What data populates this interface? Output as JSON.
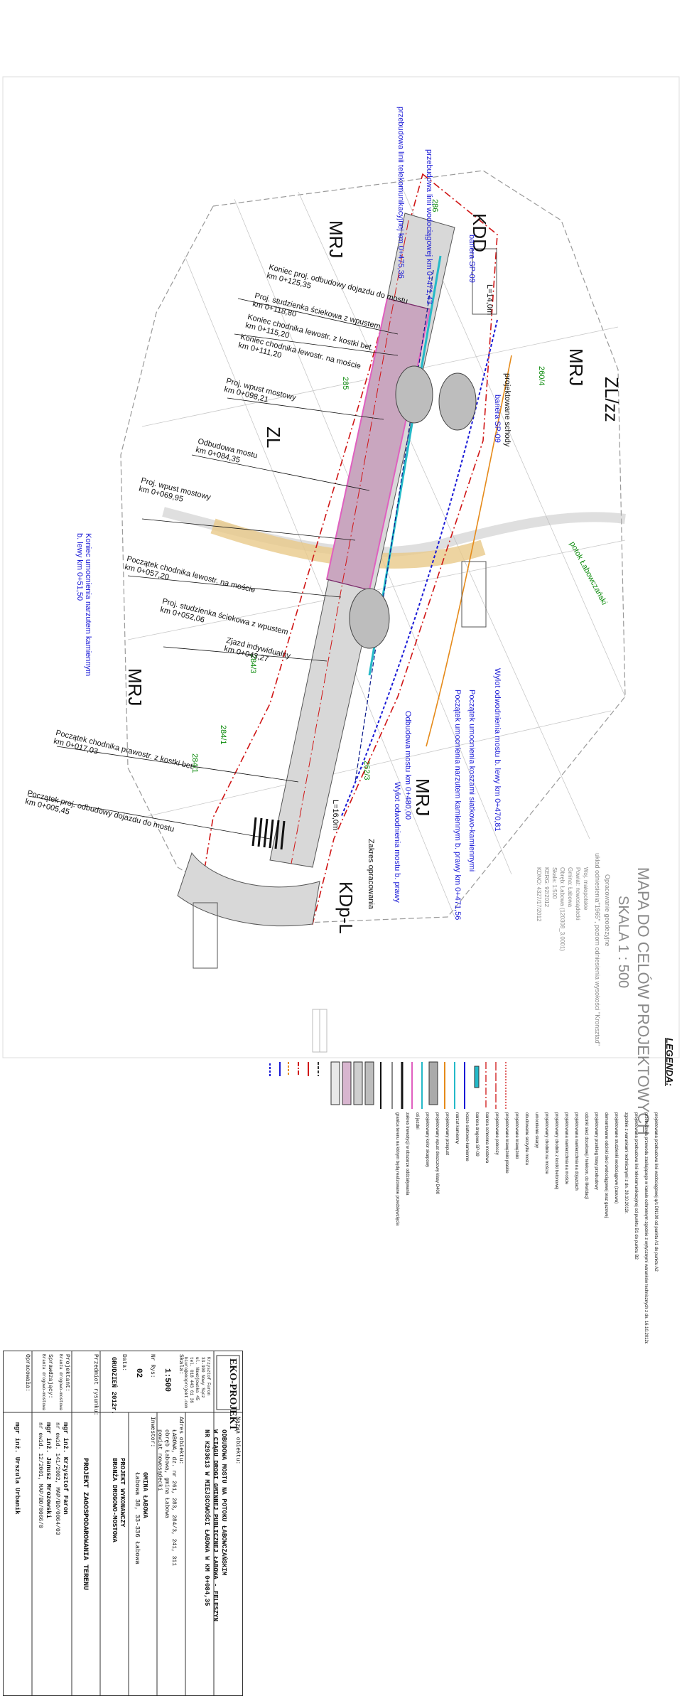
{
  "map": {
    "zones": [
      "MRJ",
      "MRJ",
      "ZL/zz",
      "ZL",
      "MRJ",
      "MRJ"
    ],
    "codes": {
      "kdd": "KDD",
      "kdp": "KDp-L"
    },
    "parcels": [
      "286",
      "285",
      "260/4",
      "284/1",
      "284/1",
      "284/3",
      "262/3"
    ],
    "stream": "potok Łabowczański",
    "annotations": {
      "a1": "Koniec proj. odbudowy dojazdu do mostu",
      "a1km": "km 0+125,35",
      "a2": "Proj. studzienka ściekowa z wpustem",
      "a2km": "km 0+118,80",
      "a3": "Koniec chodnika lewostr. z kostki bet.",
      "a3km": "km 0+115,20",
      "a4": "Koniec chodnika lewostr. na moście",
      "a4km": "km 0+111,20",
      "a5": "Proj. wpust mostowy",
      "a5km": "km 0+098,21",
      "a6": "Odbudowa mostu",
      "a6km": "km 0+084,35",
      "a7": "Proj. wpust mostowy",
      "a7km": "km 0+069,95",
      "a8": "Początek chodnika lewostr. na moście",
      "a8km": "km 0+057,20",
      "a9": "Proj. studzienka ściekowa z wpustem",
      "a9km": "km 0+052,06",
      "a10": "Zjazd indywidualny",
      "a10km": "km 0+043,27",
      "a11": "Początek chodnika prawostr. z kostki bet.",
      "a11km": "km 0+017,03",
      "a12": "Początek proj. odbudowy dojazdu do mostu",
      "a12km": "km 0+005,45",
      "b1": "przebudowa linii telekomunikacyjnej km 0+475,36",
      "b2": "przebudowa linii wodociągowej km 0+471,43",
      "b3": "bariera SP-09",
      "b4": "projektowane schody",
      "b5": "bariera SP-09",
      "b6": "Koniec umocnienia narzutem kamiennym",
      "b6km": "b. lewy km 0+51,50",
      "b7": "Wylot odwodnienia mostu b. lewy km 0+470,81",
      "b8": "Początek umocnienia koszami siatkowo-kamiennymi",
      "b9": "Początek umocnienia narzutem kamiennym b. prawy km 0+471,56",
      "b10": "Odbudowa mostu km 0+480,00",
      "b11": "Wylot odwodnienia mostu b. prawy",
      "b12": "Zakres opracowania",
      "b13": "L=14,0m",
      "b14": "L=16,0m"
    },
    "map_title": "MAPA DO CELÓW PROJEKTOWYCH",
    "map_scale": "SKALA 1 : 500",
    "map_sub1": "układ odniesienia\"1965\", poziom odniesienia wysokości \"Kronsztad\"",
    "map_sub2": "Opracowanie geodezyjne",
    "map_meta": [
      "Woj. małopolskie",
      "Powiat: nowosądecki",
      "Gmina: Łabowa",
      "Obręb: Łabowa (120308_3.0001)",
      "Skala: 1:500",
      "KERG: 92/2012",
      "KDNO: 4327/17/2012"
    ]
  },
  "legend": {
    "title": "LEGENDA:",
    "items": [
      "projektowana przebudowa linii wodociągowej φ/c DN100 od punktu A1 do punktu A2",
      "przebudowa przewodu zasilającego w kanale ochronnym zgodnie z wytycznymi warunków technicznych z dn. 16.10.2012r.",
      "projektowana przebudowa linii telekomunikacyjnej od punktu B1 do punktu B2",
      "zgodnie z warunkami technicznymi z dn. 28.10.2012r.",
      "projektowane studzienki wodociągowe (zasuwa)",
      "demontowane odcinki sieci wodociągowej oraz gazowej",
      "projektowany przebieg trasy przebudowy",
      "odcinki sieci docelowej / telekom. do likwidacji",
      "projektowana nawierzchnia na dojazdach",
      "projektowana nawierzchnia na moście",
      "projektowany chodnik z kostki betonowej",
      "projektowany chodnik na moście",
      "umocnienie skarpy",
      "obudowanie skrzydła mostu",
      "projektowane krawężniki",
      "projektowane krawężniki płaskie",
      "projektowane poboczy",
      "bariera ochronna mostowa",
      "bariera drogowa SP-09",
      "kosze siatkowo-kamienne",
      "narzut kamienny",
      "projektowany przepust",
      "projektowany wpust deszczowy klasy D400",
      "projektowany kolor skarpowy",
      "oś jezdni",
      "zakres inwestycji w obszarze oddziaływania",
      "granica terenu na którym będą realizowane przedsięwzięcia"
    ]
  },
  "titleblock": {
    "company": "EKO-PROJEKT",
    "company_addr": [
      "Krzysztof Faron",
      "33-300 Nowy Sącz",
      "ul. Nawojowska 45",
      "tel. 018 443 61 36",
      "biuro@ekoprojekt.com"
    ],
    "nazwa_label": "Nazwa obiektu:",
    "nazwa": [
      "ODBUDOWA MOSTU NA POTOKU ŁABOWCZAŃSKIM",
      "W CIĄGU DROGI GMINNEJ PUBLICZNEJ ŁABOWA - FELESZYN",
      "NR K293613 W MIEJSCOWOŚCI ŁABOWA W KM 0+084,35"
    ],
    "adres_label": "Adres obiektu:",
    "adres": [
      "ŁABOWA, dz. nr 261, 283, 284/3, 241, 311",
      "obręb Łabowa, gmina Łabowa",
      "powiat nowosądecki"
    ],
    "skala_label": "Skala:",
    "skala": "1:500",
    "nr_label": "Nr Rys:",
    "nr": "02",
    "data_label": "Data:",
    "data": "GRUDZIEŃ 2012r.",
    "inwestor_label": "Inwestor:",
    "inwestor": [
      "GMINA ŁABOWA",
      "Łabowa 38, 33-336 Łabowa"
    ],
    "branza": [
      "PROJEKT WYKONAWCZY",
      "BRANŻA DROGOWO-MOSTOWA"
    ],
    "przedmiot_label": "Przedmiot rysunku:",
    "przedmiot": "PROJEKT ZAGOSPODAROWANIA TERENU",
    "projektant_label": "Projektant:",
    "projektant": "mgr inż. Krzysztof Faron",
    "projektant_upr": "nr ewid. 141/2002, MAP/BO/0064/03",
    "projektant_branza": "Branża drogowo-mostowa",
    "sprawdzajacy_label": "Sprawdzający:",
    "sprawdzajacy": "mgr inż. Janusz Mrozowski",
    "sprawdzajacy_upr": "nr ewid. 12/2001, MAP/BO/0066/0",
    "sprawdzajacy_branza": "Branża drogowo-mostowa",
    "opracowal_label": "Opracowała:",
    "opracowal": "mgr inż. Urszula Urbanik"
  }
}
